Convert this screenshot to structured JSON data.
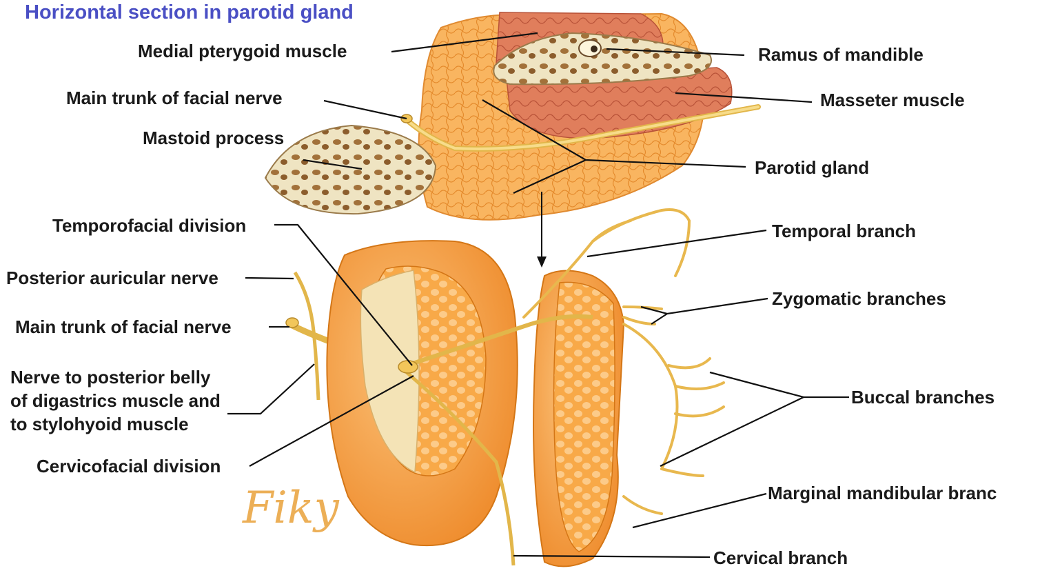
{
  "title": "Horizontal section in parotid gland",
  "labels": {
    "medial_pterygoid": "Medial pterygoid muscle",
    "main_trunk_top": "Main trunk of facial nerve",
    "mastoid": "Mastoid process",
    "ramus": "Ramus of mandible",
    "masseter": "Masseter muscle",
    "parotid": "Parotid gland",
    "temporofacial": "Temporofacial division",
    "post_auricular": "Posterior auricular nerve",
    "main_trunk_bottom": "Main trunk of facial nerve",
    "digastric": "Nerve to posterior belly\nof digastrics muscle and\nto stylohyoid muscle",
    "cervicofacial": "Cervicofacial division",
    "temporal": "Temporal branch",
    "zygomatic": "Zygomatic branches",
    "buccal": "Buccal branches",
    "marginal": "Marginal mandibular branc",
    "cervical": "Cervical branch"
  },
  "signature": "Fiky",
  "colors": {
    "title": "#4a4fc4",
    "gland": "#f5a64a",
    "gland_light": "#fcd9a0",
    "muscle": "#d9714f",
    "bone": "#efe6c8",
    "nerve": "#f2c65a"
  }
}
